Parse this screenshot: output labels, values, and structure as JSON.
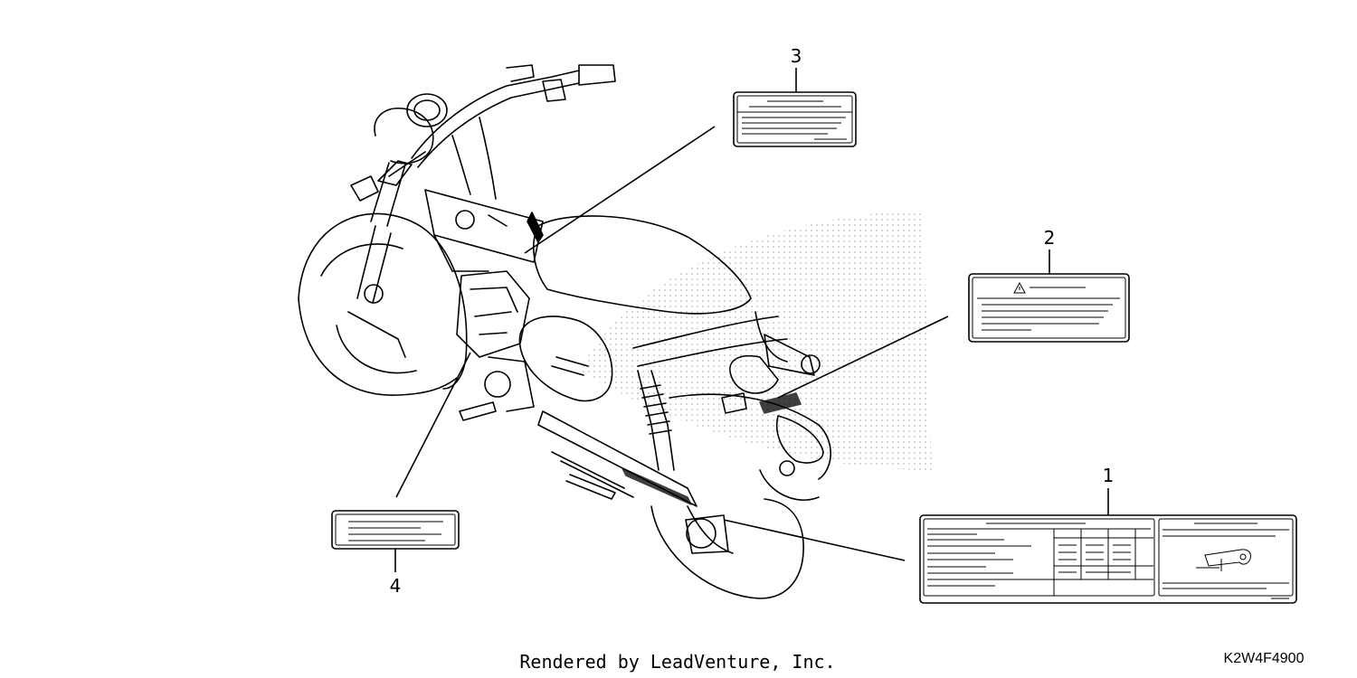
{
  "diagram": {
    "callouts": [
      {
        "number": "1",
        "part": "label-1"
      },
      {
        "number": "2",
        "part": "label-2"
      },
      {
        "number": "3",
        "part": "label-3"
      },
      {
        "number": "4",
        "part": "label-4"
      }
    ],
    "warning_symbol": "warning-triangle-icon"
  },
  "footer": {
    "credit": "Rendered by LeadVenture, Inc.",
    "diagram_code": "K2W4F4900"
  },
  "colors": {
    "line": "#000000",
    "background": "#ffffff",
    "stipple": "#b8b8b8"
  }
}
